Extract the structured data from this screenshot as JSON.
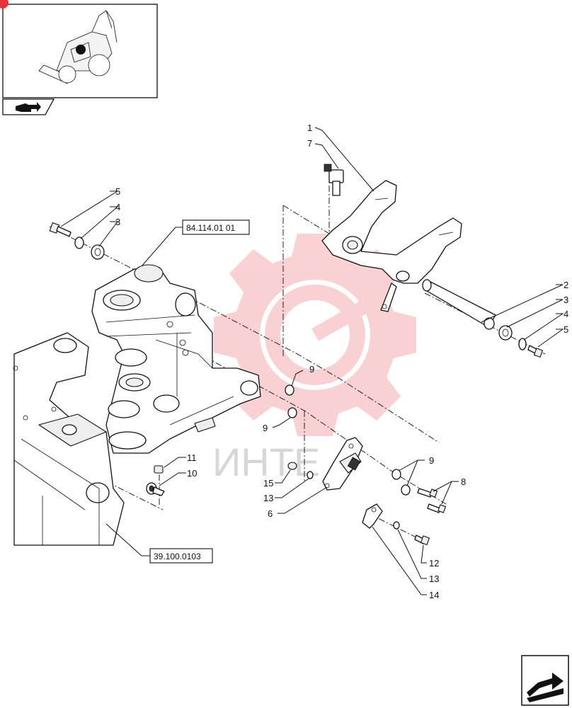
{
  "callouts": [
    {
      "id": "c1",
      "label": "1"
    },
    {
      "id": "c7",
      "label": "7"
    },
    {
      "id": "c5a",
      "label": "5"
    },
    {
      "id": "c4a",
      "label": "4"
    },
    {
      "id": "c3a",
      "label": "3"
    },
    {
      "id": "c2",
      "label": "2"
    },
    {
      "id": "c3b",
      "label": "3"
    },
    {
      "id": "c4b",
      "label": "4"
    },
    {
      "id": "c5b",
      "label": "5"
    },
    {
      "id": "c9a",
      "label": "9"
    },
    {
      "id": "c9b",
      "label": "9"
    },
    {
      "id": "c9c",
      "label": "9"
    },
    {
      "id": "c8",
      "label": "8"
    },
    {
      "id": "c11",
      "label": "11"
    },
    {
      "id": "c10",
      "label": "10"
    },
    {
      "id": "c15",
      "label": "15"
    },
    {
      "id": "c13a",
      "label": "13"
    },
    {
      "id": "c6",
      "label": "6"
    },
    {
      "id": "c12",
      "label": "12"
    },
    {
      "id": "c13b",
      "label": "13"
    },
    {
      "id": "c14",
      "label": "14"
    }
  ],
  "references": [
    {
      "id": "ref1",
      "label": "84.114.01 01"
    },
    {
      "id": "ref2",
      "label": "39.100.0103"
    }
  ],
  "watermark": {
    "text": "ИНТЕ"
  },
  "colors": {
    "watermark": "#e8323c",
    "ink": "#111111"
  },
  "icons": {
    "nav_back": "book-arrow-icon",
    "nav_next": "next-page-arrow-icon"
  }
}
